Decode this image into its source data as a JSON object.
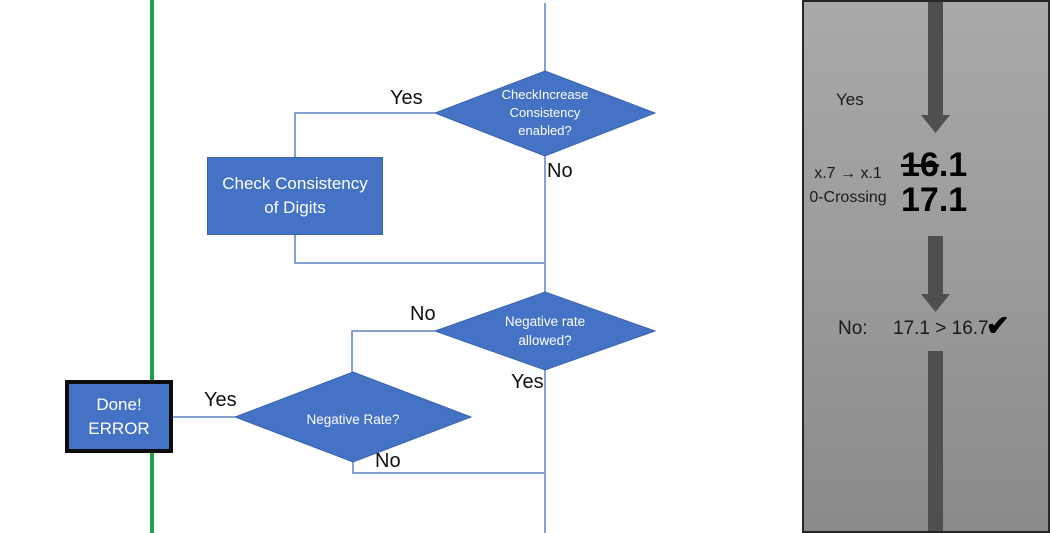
{
  "diagram": {
    "decision_check_increase": {
      "line1": "CheckIncrease",
      "line2": "Consistency",
      "line3": "enabled?"
    },
    "process_check_consistency": {
      "line1": "Check Consistency",
      "line2": "of Digits"
    },
    "decision_negative_rate_allowed": {
      "line1": "Negative rate",
      "line2": "allowed?"
    },
    "decision_negative_rate": {
      "label": "Negative Rate?"
    },
    "terminator_done": {
      "line1": "Done!",
      "line2": "ERROR"
    },
    "edge_labels": {
      "yes_top": "Yes",
      "no_top": "No",
      "no_mid": "No",
      "yes_mid": "Yes",
      "yes_done": "Yes",
      "no_bottom": "No"
    }
  },
  "panel": {
    "yes_label": "Yes",
    "rule_line1": "x.7 → x.1",
    "rule_line2": "0-Crossing",
    "old_value_struck": "16",
    "old_value_rest": ".1",
    "new_value": "17.1",
    "result_label": "No:",
    "result_comparison": "17.1 > 16.7",
    "checkmark": "✔"
  },
  "colors": {
    "shape_fill": "#4472c4",
    "shape_border": "#3a62ab",
    "connector": "#5b84c4",
    "green_line": "#1fa24c",
    "panel_arrow": "#4f4f4f",
    "panel_bg_top": "#a9a9a9",
    "panel_bg_bottom": "#8a8a8a",
    "done_border": "#0d0d0d"
  }
}
